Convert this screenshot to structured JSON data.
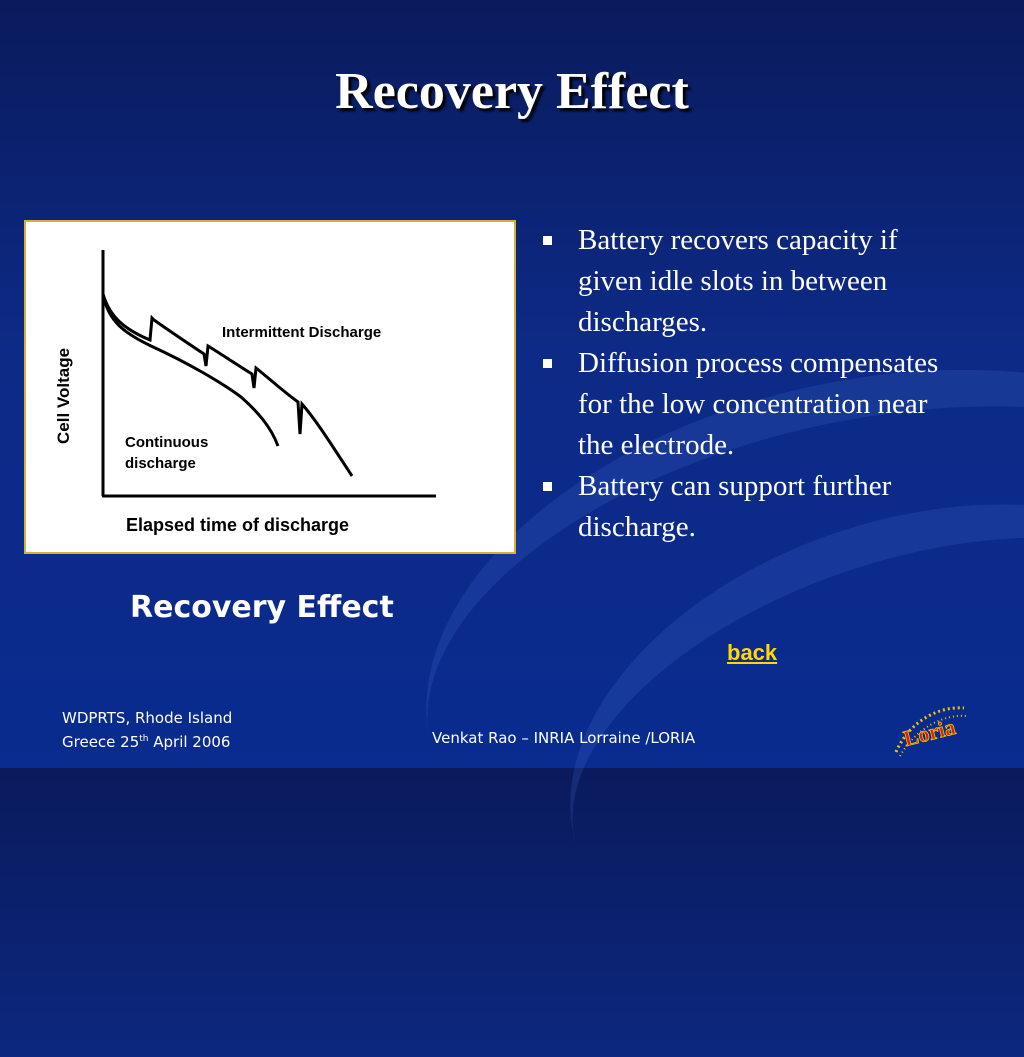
{
  "slide": {
    "title": "Recovery Effect",
    "caption": "Recovery Effect",
    "back_label": "back"
  },
  "figure": {
    "y_axis_label": "Cell  Voltage",
    "x_axis_label": "Elapsed time of discharge",
    "curve_intermittent_label": "Intermittent Discharge",
    "curve_continuous_label_line1": "Continuous",
    "curve_continuous_label_line2": "discharge"
  },
  "bullets": [
    "Battery recovers capacity if given idle  slots in between discharges.",
    "Diffusion process compensates for the low concentration near the electrode.",
    "Battery can support further discharge."
  ],
  "footer": {
    "left_line1": "WDPRTS, Rhode Island",
    "left_line2_prefix": "Greece 25",
    "left_line2_sup": "th",
    "left_line2_suffix": " April 2006",
    "center": "Venkat Rao – INRIA Lorraine /LORIA",
    "logo_text": "Loria"
  },
  "colors": {
    "background": "#0d2a86",
    "accent_link": "#ffd800",
    "frame_border": "#d4b13a"
  }
}
